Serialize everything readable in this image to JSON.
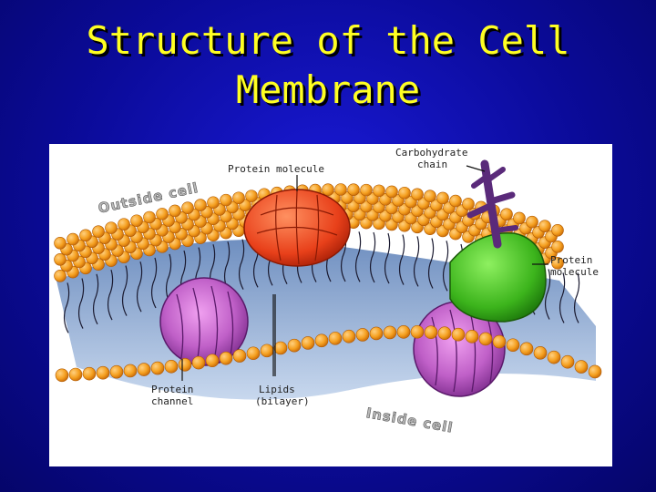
{
  "slide": {
    "title_line1": "Structure of the Cell",
    "title_line2": "Membrane"
  },
  "diagram": {
    "labels": {
      "protein_molecule_top": "Protein molecule",
      "carbohydrate_line1": "Carbohydrate",
      "carbohydrate_line2": "chain",
      "protein_molecule_right_line1": "Protein",
      "protein_molecule_right_line2": "molecule",
      "protein_channel_line1": "Protein",
      "protein_channel_line2": "channel",
      "lipids_line1": "Lipids",
      "lipids_line2": "(bilayer)",
      "outside_cell": "Outside cell",
      "inside_cell": "Inside cell"
    },
    "colors": {
      "background": "#0b0b9a",
      "title": "#ffff22",
      "lipid_head": "#f5a020",
      "tail_region": "#8ea6c8",
      "protein_top": "#e8401a",
      "protein_right": "#3cb41c",
      "channel": "#b84ab8",
      "carbohydrate": "#6a2a8a"
    }
  }
}
